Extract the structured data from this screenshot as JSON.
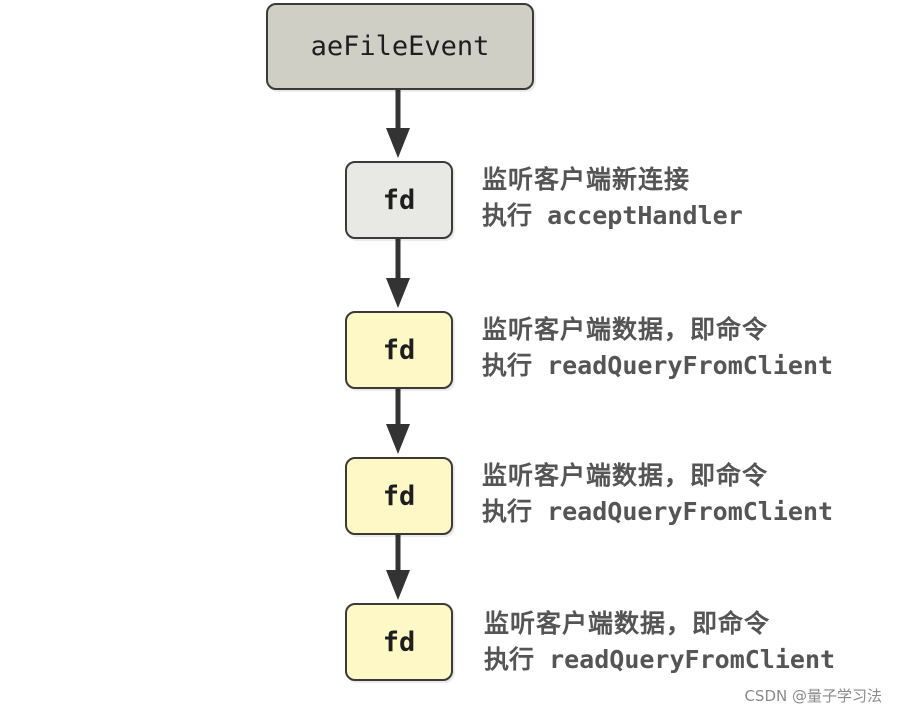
{
  "root": {
    "label": "aeFileEvent"
  },
  "nodes": [
    {
      "label": "fd",
      "desc_line1": "监听客户端新连接",
      "desc_prefix": "执行",
      "desc_handler": "acceptHandler",
      "color": "#e8e8e4"
    },
    {
      "label": "fd",
      "desc_line1": "监听客户端数据，即命令",
      "desc_prefix": "执行",
      "desc_handler": "readQueryFromClient",
      "color": "#fdf8c6"
    },
    {
      "label": "fd",
      "desc_line1": "监听客户端数据，即命令",
      "desc_prefix": "执行",
      "desc_handler": "readQueryFromClient",
      "color": "#fdf8c6"
    },
    {
      "label": "fd",
      "desc_line1": "监听客户端数据，即命令",
      "desc_prefix": "执行",
      "desc_handler": "readQueryFromClient",
      "color": "#fdf8c6"
    }
  ],
  "watermark": "CSDN @量子学习法",
  "colors": {
    "root_fill": "#cfcfc6",
    "border": "#3a3a3a",
    "text": "#555555"
  }
}
